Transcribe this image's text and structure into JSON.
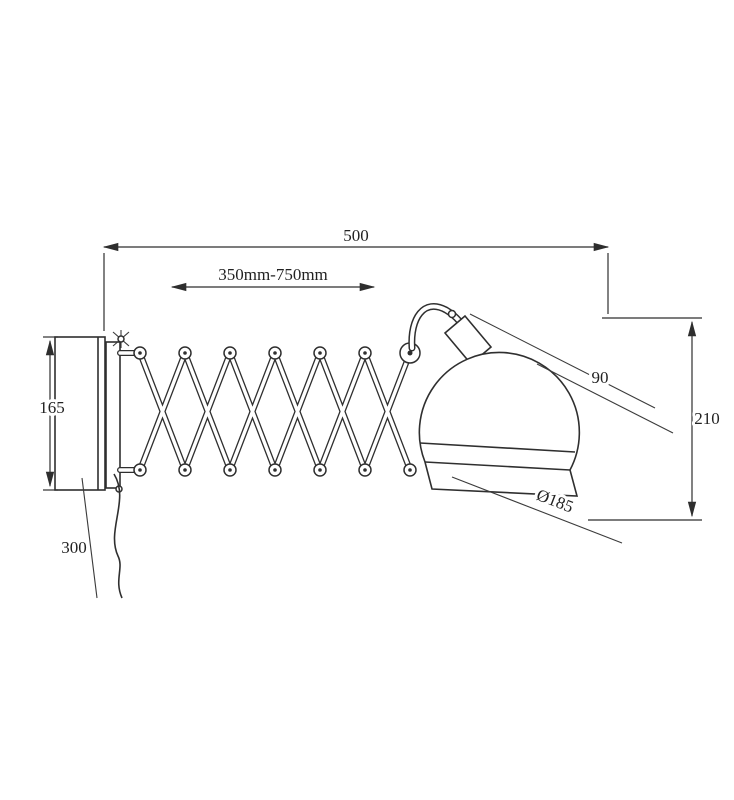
{
  "drawing": {
    "labels": {
      "width_total": "500",
      "extension_range": "350mm-750mm",
      "bracket_height": "165",
      "drop_below": "300",
      "head_top": "90",
      "head_height": "210",
      "shade_diameter": "Ø185"
    },
    "colors": {
      "line": "#2f2f2f",
      "background": "#ffffff"
    }
  }
}
